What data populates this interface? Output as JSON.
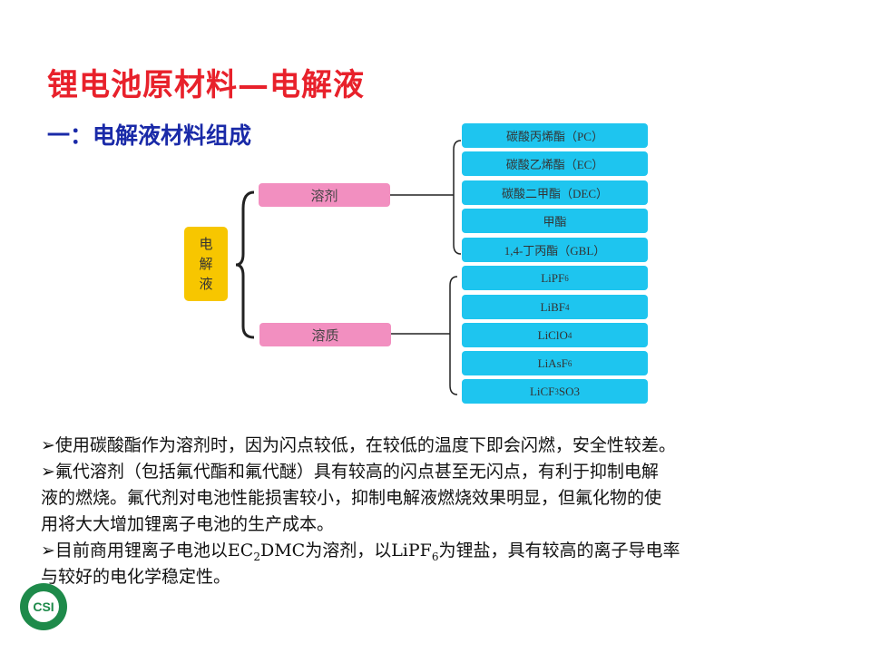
{
  "title": "锂电池原材料—电解液",
  "subtitle": "一：电解液材料组成",
  "diagram": {
    "root": "电解液",
    "solvent": {
      "label": "溶剂",
      "items": [
        "碳酸丙烯酯（PC）",
        "碳酸乙烯酯（EC）",
        "碳酸二甲酯（DEC）",
        "甲酯",
        "1,4-丁丙酯（GBL）"
      ]
    },
    "solute": {
      "label": "溶质",
      "items": [
        [
          "LiPF",
          "6",
          ""
        ],
        [
          "LiBF",
          "4",
          ""
        ],
        [
          "LiClO",
          "4",
          ""
        ],
        [
          "LiAsF",
          "6",
          ""
        ],
        [
          "LiCF",
          "3",
          "SO3"
        ]
      ]
    }
  },
  "text": {
    "line1": "➢使用碳酸酯作为溶剂时，因为闪点较低，在较低的温度下即会闪燃，安全性较差。",
    "line2": "➢氟代溶剂（包括氟代酯和氟代醚）具有较高的闪点甚至无闪点，有利于抑制电解",
    "line3": "液的燃烧。氟代剂对电池性能损害较小，抑制电解液燃烧效果明显，但氟化物的使",
    "line4": "用将大大增加锂离子电池的生产成本。",
    "line5a": "➢目前商用锂离子电池以EC",
    "line5b": "2",
    "line5c": "DMC为溶剂，以LiPF",
    "line5d": "6",
    "line5e": "为锂盐，具有较高的离子导电率",
    "line6": "与较好的电化学稳定性。"
  },
  "logo": {
    "text": "CSI"
  }
}
